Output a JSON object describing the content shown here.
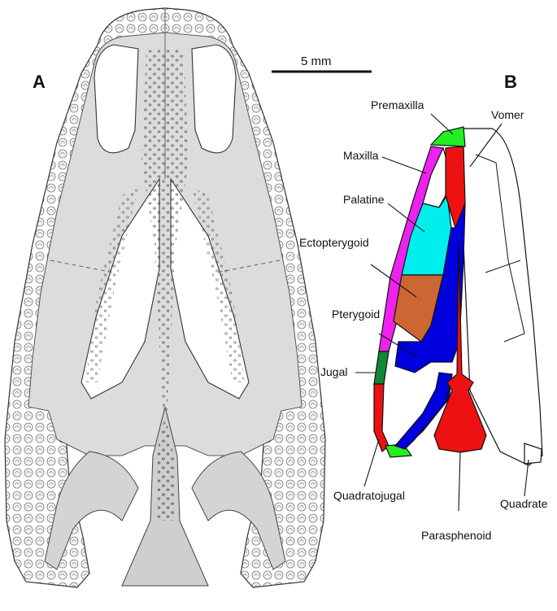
{
  "figure": {
    "panel_a_label": "A",
    "panel_b_label": "B",
    "scale_bar_label": "5 mm"
  },
  "colors": {
    "premaxilla": "#22ee22",
    "maxilla": "#ee22ee",
    "palatine": "#00eeee",
    "ectopterygoid": "#cc6633",
    "pterygoid": "#0000dd",
    "jugal": "#118833",
    "quadratojugal": "#ee1111",
    "vomer": "#ee1111",
    "parasphenoid": "#ee1111",
    "bone_fill": "#dcdcdc",
    "bone_shade": "#b5b5b5",
    "ink": "#111111"
  },
  "labels": [
    {
      "id": "premaxilla",
      "text": "Premaxilla"
    },
    {
      "id": "vomer",
      "text": "Vomer"
    },
    {
      "id": "maxilla",
      "text": "Maxilla"
    },
    {
      "id": "palatine",
      "text": "Palatine"
    },
    {
      "id": "ectopterygoid",
      "text": "Ectopterygoid"
    },
    {
      "id": "pterygoid",
      "text": "Pterygoid"
    },
    {
      "id": "jugal",
      "text": "Jugal"
    },
    {
      "id": "quadratojugal",
      "text": "Quadratojugal"
    },
    {
      "id": "quadrate",
      "text": "Quadrate"
    },
    {
      "id": "parasphenoid",
      "text": "Parasphenoid"
    }
  ]
}
